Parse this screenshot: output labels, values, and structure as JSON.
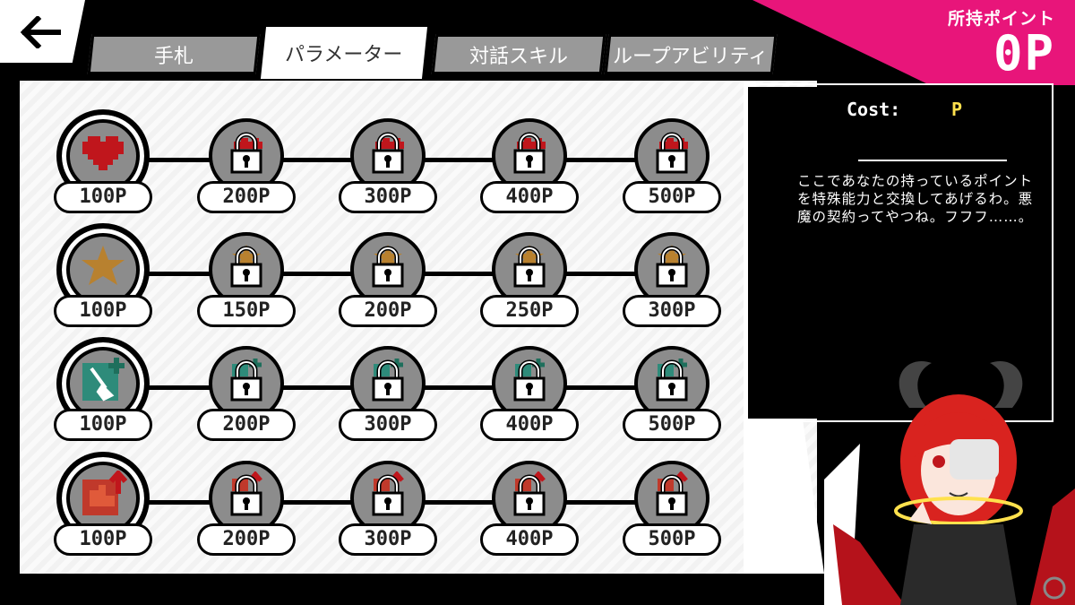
{
  "points": {
    "label": "所持ポイント",
    "value": "0P"
  },
  "tabs": [
    {
      "label": "手札",
      "active": false
    },
    {
      "label": "パラメーター",
      "active": true
    },
    {
      "label": "対話スキル",
      "active": false
    },
    {
      "label": "ループアビリティ",
      "active": false
    }
  ],
  "info": {
    "cost_label": "Cost:",
    "cost_value": "P",
    "description": "ここであなたの持っているポイントを特殊能力と交換してあげるわ。悪魔の契約ってやつね。フフフ……。"
  },
  "rows": [
    {
      "icon": "heart-icon",
      "color": "#c0161c",
      "prices": [
        "100P",
        "200P",
        "300P",
        "400P",
        "500P"
      ]
    },
    {
      "icon": "star-icon",
      "color": "#b8812f",
      "prices": [
        "100P",
        "150P",
        "200P",
        "250P",
        "300P"
      ]
    },
    {
      "icon": "shovel-plus-icon",
      "color": "#2e8b7a",
      "prices": [
        "100P",
        "200P",
        "300P",
        "400P",
        "500P"
      ]
    },
    {
      "icon": "muscle-arrow-icon",
      "color": "#c0392b",
      "prices": [
        "100P",
        "200P",
        "300P",
        "400P",
        "500P"
      ]
    }
  ]
}
